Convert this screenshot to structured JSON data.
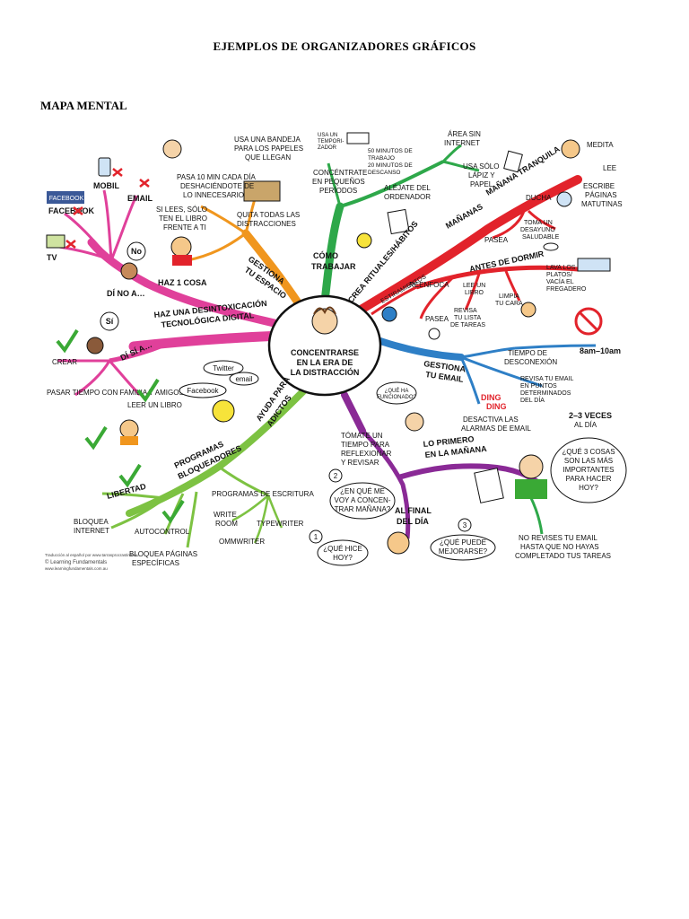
{
  "document": {
    "title": "EJEMPLOS DE ORGANIZADORES GRÁFICOS",
    "section": "MAPA MENTAL"
  },
  "mindmap": {
    "center": [
      "CONCENTRARSE",
      "EN LA ERA DE",
      "LA DISTRACCIÓN"
    ],
    "colors": {
      "pink": "#e0409a",
      "orange": "#f0961e",
      "green": "#2ea84a",
      "red": "#e2232b",
      "blue": "#2e7fc6",
      "purple": "#8a2a96",
      "lime": "#7dc242",
      "check": "#3aa935",
      "cross": "#e2232b"
    },
    "di_no": {
      "branch": "DÍ NO A…",
      "items": [
        "FACEBOOK",
        "MOBIL",
        "EMAIL",
        "TV"
      ],
      "bubble": "No"
    },
    "di_si": {
      "branch": "DÍ SÍ A…",
      "items": [
        "CREAR",
        "LEER UN LIBRO",
        "PASAR TIEMPO CON FAMILIA Y AMIGOS"
      ],
      "bubble": "Sí"
    },
    "desintox": [
      "HAZ UNA DESINTOXICACIÓN",
      "TECNOLÓGICA DIGITAL"
    ],
    "espacio": {
      "branch": [
        "GESTIONA",
        "TU ESPACIO"
      ],
      "items": [
        [
          "USA UNA BANDEJA",
          "PARA LOS PAPELES",
          "QUE LLEGAN"
        ],
        [
          "PASA 10 MIN CADA DÍA",
          "DESHACIÉNDOTE DE",
          "LO INNECESARIO"
        ],
        [
          "QUITA TODAS LAS",
          "DISTRACCIONES"
        ],
        [
          "SI LEES, SÓLO",
          "TEN EL LIBRO",
          "FRENTE A TI"
        ],
        [
          "HAZ 1 COSA"
        ]
      ]
    },
    "como": {
      "branch": [
        "CÓMO",
        "TRABAJAR"
      ],
      "items": [
        [
          "USA UN",
          "TEMPORI-",
          "ZADOR"
        ],
        [
          "50 MINUTOS DE",
          "TRABAJO",
          "20 MINUTOS DE",
          "DESCANSO"
        ],
        [
          "CONCÉNTRATE",
          "EN PEQUEÑOS",
          "PERÍODOS"
        ],
        [
          "ÁREA SIN",
          "INTERNET"
        ],
        [
          "USA SÓLO",
          "LÁPIZ Y",
          "PAPEL"
        ],
        [
          "ALÉJATE DEL",
          "ORDENADOR"
        ]
      ]
    },
    "rituales": {
      "branch": "CREA RITUALES/HÁBITOS",
      "tranquila": "MAÑANA TRANQUILA",
      "mananas": "MAÑANAS",
      "dormir": "ANTES DE DORMIR",
      "items": [
        [
          "MEDITA"
        ],
        [
          "LEE"
        ],
        [
          "ESCRIBE",
          "PÁGINAS",
          "MATUTINAS"
        ],
        [
          "DUCHA"
        ],
        [
          "TOMA UN",
          "DESAYUNO",
          "SALUDABLE"
        ],
        [
          "PASEA"
        ],
        [
          "LAVA LOS",
          "PLATOS/",
          "VACÍA EL",
          "FREGADERO"
        ],
        [
          "ESTIRAMIENTOS"
        ],
        [
          "REENFOCA"
        ],
        [
          "LEE UN",
          "LIBRO"
        ],
        [
          "LIMPIA",
          "TU CARA"
        ],
        [
          "PASEA"
        ],
        [
          "REVISA",
          "TU LISTA",
          "DE TAREAS"
        ]
      ]
    },
    "email": {
      "branch": [
        "GESTIONA",
        "TU EMAIL"
      ],
      "items": [
        [
          "TIEMPO DE",
          "DESCONEXIÓN"
        ],
        [
          "8am–10am"
        ],
        [
          "REVISA TU EMAIL",
          "EN PUNTOS",
          "DETERMINADOS",
          "DEL DÍA"
        ],
        [
          "2–3 VECES",
          "AL DÍA"
        ],
        [
          "DESACTIVA LAS",
          "ALARMAS DE EMAIL"
        ],
        [
          "DING",
          "DING"
        ]
      ]
    },
    "adictos": {
      "branch": [
        "AYUDA PARA",
        "ADICTOS"
      ],
      "bubbles": [
        "Twitter",
        "Facebook",
        "email"
      ],
      "programas": [
        "PROGRAMAS",
        "BLOQUEADORES"
      ],
      "items": [
        [
          "LIBERTAD"
        ],
        [
          "BLOQUEA",
          "INTERNET"
        ],
        [
          "AUTOCONTROL"
        ],
        [
          "BLOQUEA PÁGINAS",
          "ESPECÍFICAS"
        ],
        [
          "PROGRAMAS DE ESCRITURA"
        ],
        [
          "WRITE",
          "ROOM"
        ],
        [
          "TYPEWRITER"
        ],
        [
          "OMMWRITER"
        ]
      ]
    },
    "reflexion": {
      "branch": [
        "TÓMATE UN",
        "TIEMPO PARA",
        "REFLEXIONAR",
        "Y REVISAR"
      ],
      "final": [
        "AL FINAL",
        "DEL DÍA"
      ],
      "q0": [
        "¿QUÉ HA",
        "FUNCIONADO?"
      ],
      "q1": [
        "¿QUÉ HICE",
        "HOY?"
      ],
      "q2": [
        "¿EN QUÉ ME",
        "VOY A CONCEN-",
        "TRAR MAÑANA?"
      ],
      "q3": [
        "¿QUÉ PUEDE",
        "MEJORARSE?"
      ],
      "nums": [
        "1",
        "2",
        "3"
      ]
    },
    "primero": {
      "branch": [
        "LO PRIMERO",
        "EN LA MAÑANA"
      ],
      "bubble": [
        "¿QUÉ 3 COSAS",
        "SON LAS MÁS",
        "IMPORTANTES",
        "PARA HACER",
        "HOY?"
      ],
      "note": [
        "NO REVISES TU EMAIL",
        "HASTA QUE NO HAYAS",
        "COMPLETADO TUS TAREAS"
      ]
    },
    "credit": [
      "Traducción al español por www.tarrasprocrastinares.",
      "© Learning Fundamentals",
      "www.learningfundamentals.com.au"
    ]
  }
}
